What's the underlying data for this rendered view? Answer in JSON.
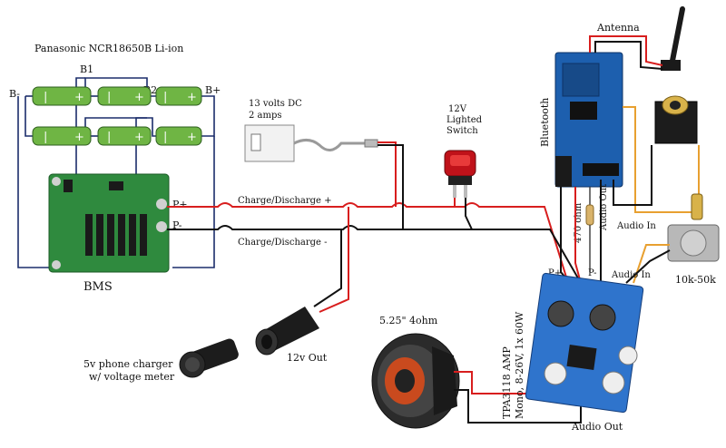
{
  "labels": {
    "battery_title": "Panasonic NCR18650B Li-ion",
    "b1": "B1",
    "b2": "B2",
    "b_minus": "B-",
    "b_plus": "B+",
    "bms": "BMS",
    "p_plus": "P+",
    "p_minus": "P-",
    "charge_plus": "Charge/Discharge +",
    "charge_minus": "Charge/Discharge -",
    "dc_line1": "13 volts DC",
    "dc_line2": "2 amps",
    "switch_line1": "12V",
    "switch_line2": "Lighted",
    "switch_line3": "Switch",
    "bluetooth": "Bluetooth",
    "antenna": "Antenna",
    "audio_in_top": "Audio In",
    "audio_in_amp": "Audio In",
    "audio_out_bt": "Audio Out",
    "resistor": "470 ohm",
    "pot": "10k-50k",
    "amp_line1": "TPA3118 AMP",
    "amp_line2": "Mono, 8-26V, 1x 60W",
    "amp_p_plus": "P+",
    "amp_p_minus": "P-",
    "speaker": "5.25\" 4ohm",
    "phone_line1": "5v phone charger",
    "phone_line2": "w/ voltage meter",
    "out_12v": "12v Out",
    "audio_out": "Audio Out",
    "cell_plus": "+",
    "cell_minus": "|"
  },
  "colors": {
    "wire_red": "#d81e1e",
    "wire_black": "#111111",
    "wire_navy": "#1b2d6b",
    "wire_orange": "#e8a030",
    "cell_green": "#6fb544",
    "bms_green": "#2f8a3e",
    "bt_blue": "#1d5fae",
    "amp_blue": "#2f74cc"
  }
}
